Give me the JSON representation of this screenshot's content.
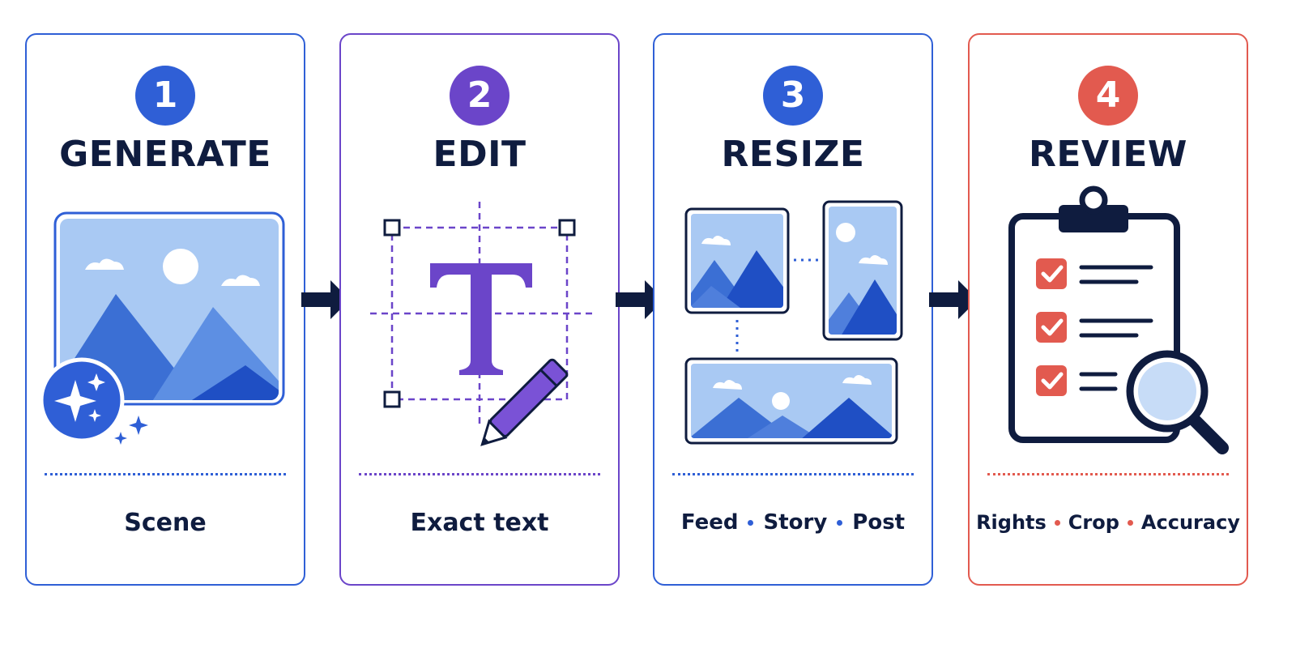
{
  "colors": {
    "blue": "#2f5fd6",
    "purple": "#6b45c9",
    "red": "#e25a4f",
    "navy": "#0f1c3f",
    "light_blue": "#a9c9f3",
    "mid_blue": "#4f7fdc",
    "deep_blue": "#1f4fc4"
  },
  "steps": [
    {
      "number": "1",
      "title": "GENERATE",
      "icon": "image-sparkle-icon",
      "caption": [
        "Scene"
      ]
    },
    {
      "number": "2",
      "title": "EDIT",
      "icon": "text-edit-icon",
      "caption": [
        "Exact text"
      ]
    },
    {
      "number": "3",
      "title": "RESIZE",
      "icon": "resize-formats-icon",
      "caption": [
        "Feed",
        "Story",
        "Post"
      ]
    },
    {
      "number": "4",
      "title": "REVIEW",
      "icon": "clipboard-checklist-icon",
      "caption": [
        "Rights",
        "Crop",
        "Accuracy"
      ]
    }
  ]
}
